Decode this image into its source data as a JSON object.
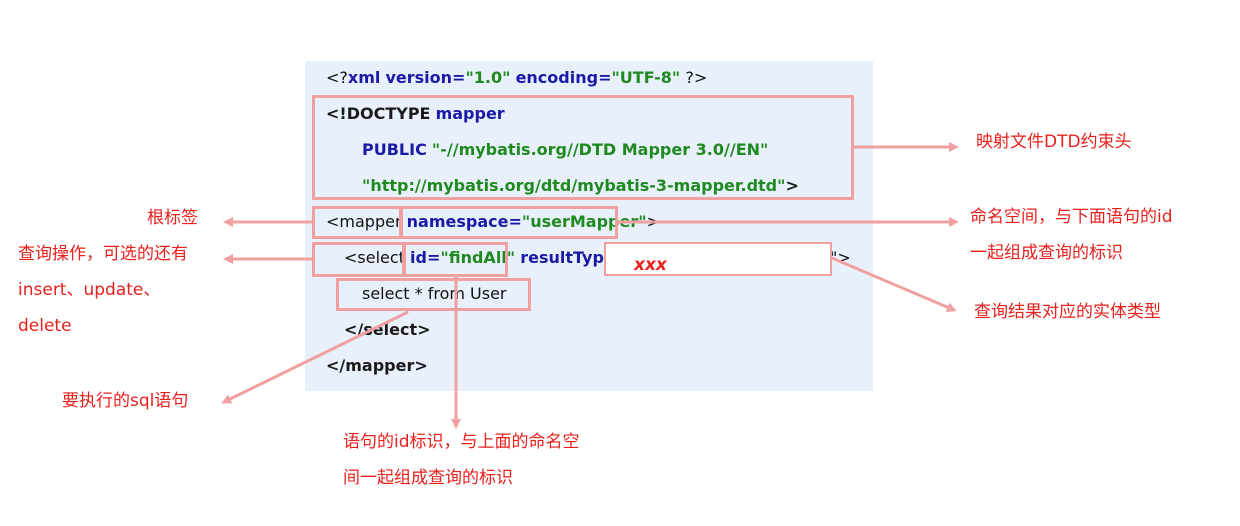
{
  "code": {
    "xml_decl": {
      "open": "<?",
      "name": "xml",
      "attr1": "version=",
      "val1": "\"1.0\"",
      "attr2": "encoding=",
      "val2": "\"UTF-8\"",
      "close": "?>"
    },
    "doctype": {
      "open": "<!DOCTYPE",
      "name": "mapper"
    },
    "public_kw": "PUBLIC",
    "public_id": "\"-//mybatis.org//DTD Mapper 3.0//EN\"",
    "dtd_url": "\"http://mybatis.org/dtd/mybatis-3-mapper.dtd\"",
    "dtd_close": ">",
    "mapper_open": "<mapper",
    "namespace_attr": "namespace=",
    "namespace_val": "\"userMapper\"",
    "mapper_open_close": ">",
    "select_open": "<select",
    "id_attr": "id=",
    "id_val": "\"findAll\"",
    "result_attr": "resultType=",
    "result_val": "xxx",
    "select_open_close": "\">",
    "sql": "select * from User",
    "select_close": "</select>",
    "mapper_close": "</mapper>"
  },
  "annotations": {
    "dtd_header": "映射文件DTD约束头",
    "root_tag": "根标签",
    "namespace_line1": "命名空间，与下面语句的id",
    "namespace_line2": "一起组成查询的标识",
    "operation_line1": "查询操作，可选的还有",
    "operation_line2": "insert、update、",
    "operation_line3": "delete",
    "result_type": "查询结果对应的实体类型",
    "sql_stmt": "要执行的sql语句",
    "id_line1": "语句的id标识，与上面的命名空",
    "id_line2": "间一起组成查询的标识"
  },
  "colors": {
    "panel": "#e8f0fb",
    "box": "#f1a0a0",
    "annotation": "#e8201c",
    "keyword": "#1a1aa6",
    "string": "#1f8a1f"
  }
}
